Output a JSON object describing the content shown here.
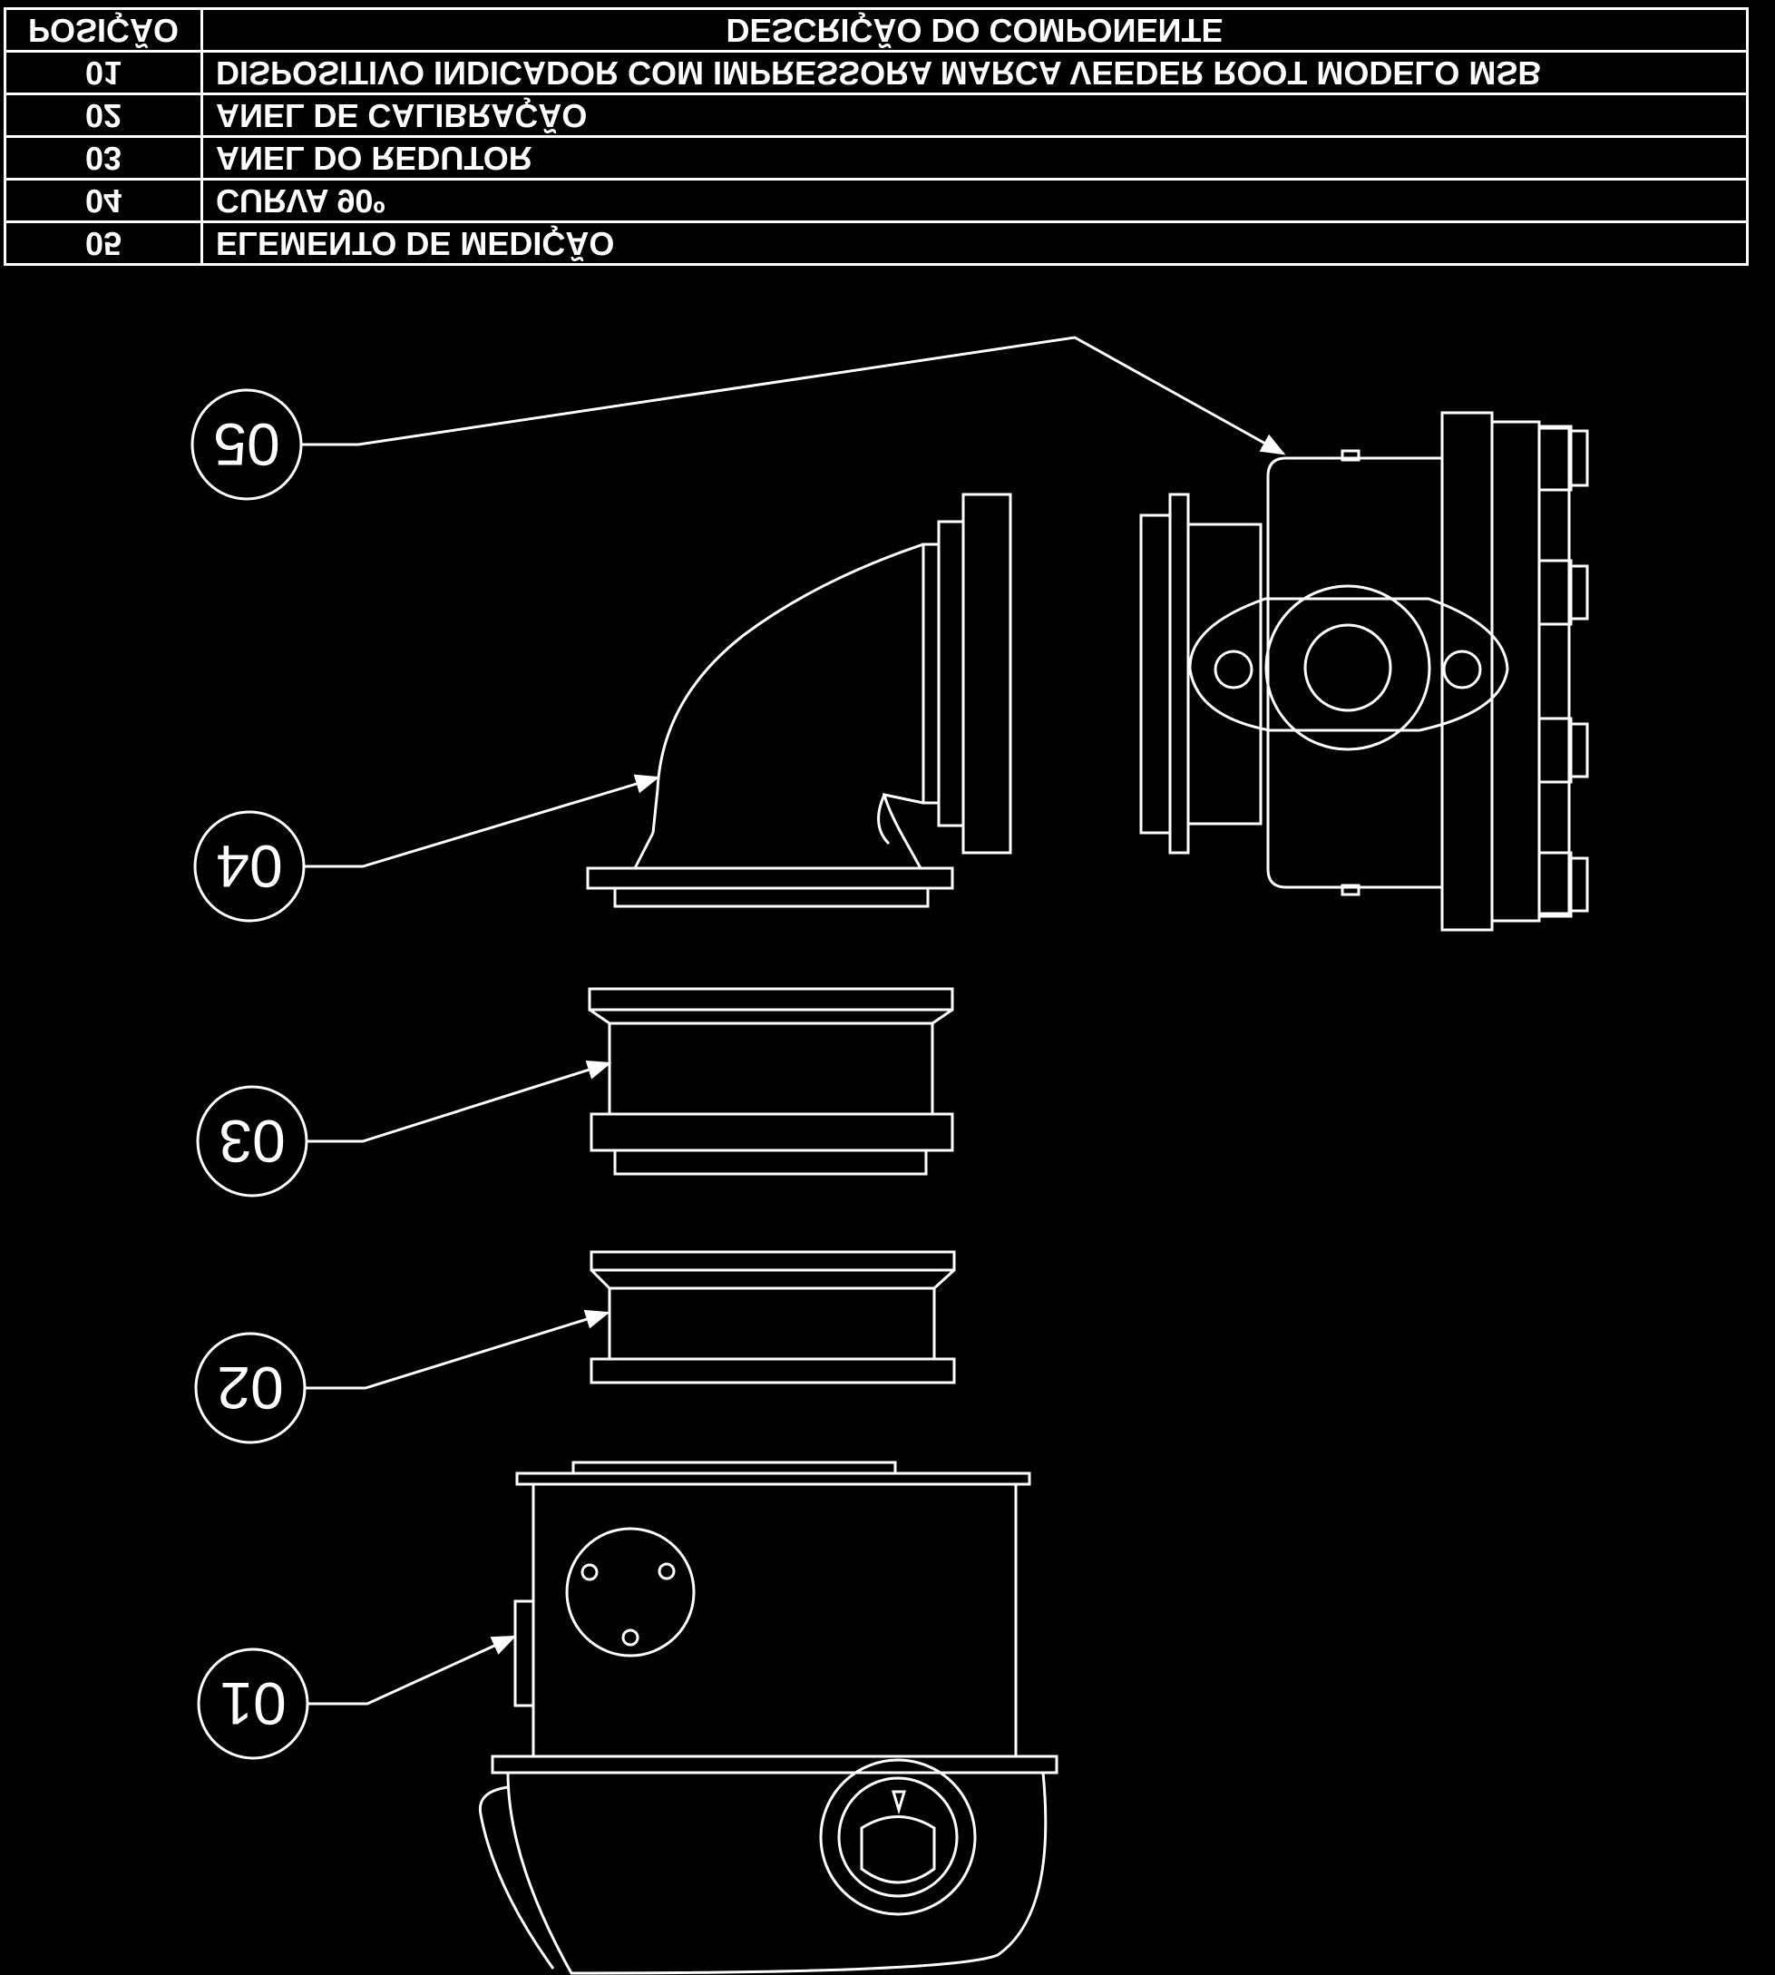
{
  "table": {
    "header": {
      "position": "POSIÇÃO",
      "description": "DESCRIÇÃO DO COMPONENTE"
    },
    "rows": [
      {
        "pos": "01",
        "desc": "DISPOSITIVO INDICADOR COM IMPRESSORA MARCA VEEDER ROOT MODELO MSB"
      },
      {
        "pos": "02",
        "desc": "ANEL DE CALIBRAÇÃO"
      },
      {
        "pos": "03",
        "desc": "ANEL DO REDUTOR"
      },
      {
        "pos": "04",
        "desc": "CURVA 90º"
      },
      {
        "pos": "05",
        "desc": "ELEMENTO DE MEDIÇÃO"
      }
    ]
  },
  "balloons": {
    "b05": "05",
    "b04": "04",
    "b03": "03",
    "b02": "02",
    "b01": "01"
  },
  "colors": {
    "background": "#000000",
    "lines": "#ffffff"
  }
}
